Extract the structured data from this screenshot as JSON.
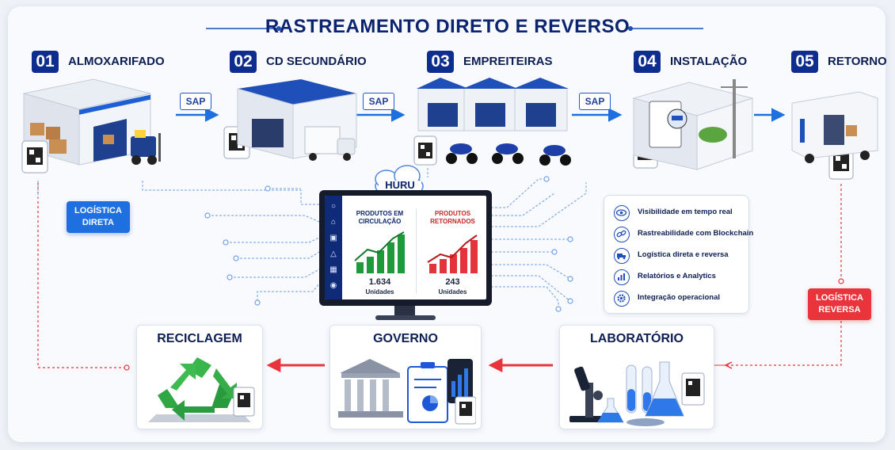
{
  "title": "RASTREAMENTO DIRETO E REVERSO",
  "stages": [
    {
      "num": "01",
      "label": "ALMOXARIFADO"
    },
    {
      "num": "02",
      "label": "CD SECUNDÁRIO"
    },
    {
      "num": "03",
      "label": "EMPREITEIRAS"
    },
    {
      "num": "04",
      "label": "INSTALAÇÃO"
    },
    {
      "num": "05",
      "label": "RETORNO"
    }
  ],
  "sap_label": "SAP",
  "logistica_direta": {
    "line1": "LOGÍSTICA",
    "line2": "DIRETA"
  },
  "logistica_reversa": {
    "line1": "LOGÍSTICA",
    "line2": "REVERSA"
  },
  "cloud_label": "HURU",
  "dashboard": {
    "left": {
      "head1": "PRODUTOS EM",
      "head2": "CIRCULAÇÃO",
      "value": "1.634",
      "unit": "Unidades",
      "color": "#1e9a3a"
    },
    "right": {
      "head1": "PRODUTOS",
      "head2": "RETORNADOS",
      "value": "243",
      "unit": "Unidades",
      "color": "#e3343b"
    }
  },
  "features": [
    {
      "icon": "eye-icon",
      "text": "Visibilidade em tempo real"
    },
    {
      "icon": "link-icon",
      "text": "Rastreabilidade com Blockchain"
    },
    {
      "icon": "truck-icon",
      "text": "Logística direta e reversa"
    },
    {
      "icon": "bar-chart-icon",
      "text": "Relatórios e Analytics"
    },
    {
      "icon": "gear-icon",
      "text": "Integração operacional"
    }
  ],
  "bottom": {
    "reciclagem": "RECICLAGEM",
    "governo": "GOVERNO",
    "laboratorio": "LABORATÓRIO"
  },
  "colors": {
    "navy": "#0d2d8f",
    "blue": "#1e6fe0",
    "red": "#e8343a",
    "green": "#1e9a3a"
  }
}
